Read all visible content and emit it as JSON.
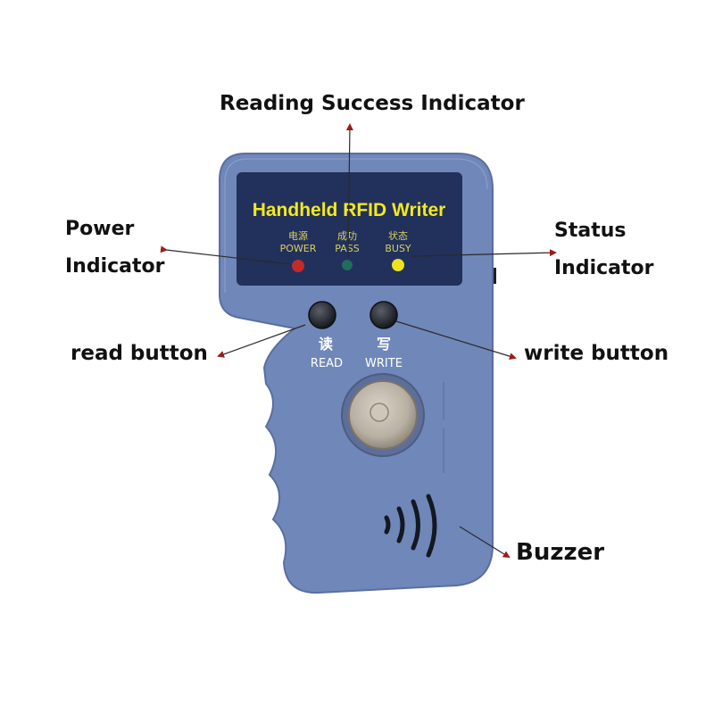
{
  "device": {
    "panel_title": "Handheld RFID Writer",
    "leds": [
      {
        "cn": "电源",
        "en": "POWER",
        "color": "#c42a26"
      },
      {
        "cn": "成功",
        "en": "PASS",
        "color": "#1f6d5a"
      },
      {
        "cn": "状态",
        "en": "BUSY",
        "color": "#ede21e"
      }
    ],
    "buttons": [
      {
        "cn": "读",
        "en": "READ"
      },
      {
        "cn": "写",
        "en": "WRITE"
      }
    ],
    "body_color": "#7087b9",
    "panel_color": "#22305c",
    "title_color": "#f2ea1c"
  },
  "callouts": {
    "reading_success": "Reading Success Indicator",
    "power_line1": "Power",
    "power_line2": "Indicator",
    "status_line1": "Status",
    "status_line2": "Indicator",
    "read_button": "read button",
    "write_button": "write button",
    "buzzer": "Buzzer"
  },
  "arrow_color": "#9b1d16"
}
